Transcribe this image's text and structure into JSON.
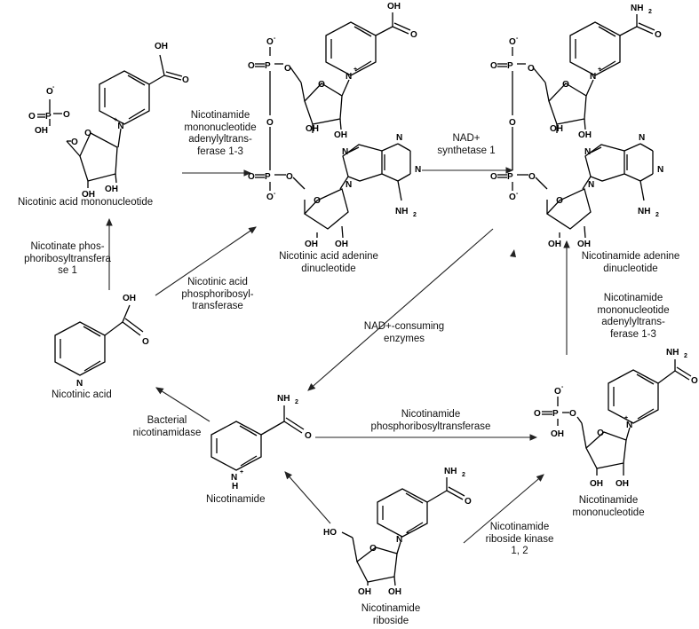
{
  "compounds": {
    "namn": "Nicotinic acid mononucleotide",
    "naad_line1": "Nicotinic acid adenine",
    "naad_line2": "dinucleotide",
    "nad_line1": "Nicotinamide adenine",
    "nad_line2": "dinucleotide",
    "na": "Nicotinic acid",
    "nam": "Nicotinamide",
    "nmn_line1": "Nicotinamide",
    "nmn_line2": "mononucleotide",
    "nr_line1": "Nicotinamide",
    "nr_line2": "riboside"
  },
  "enzymes": {
    "nmnat_top": [
      "Nicotinamide",
      "mononucleotide",
      "adenylyltrans-",
      "ferase 1-3"
    ],
    "nads": [
      "NAD+",
      "synthetase 1"
    ],
    "naprt": [
      "Nicotinate phos-",
      "phoribosyltransfera",
      "se 1"
    ],
    "naprt2": [
      "Nicotinic acid",
      "phosphoribosyl-",
      "transferase"
    ],
    "consuming": [
      "NAD+-consuming",
      "enzymes"
    ],
    "nmnat_right": [
      "Nicotinamide",
      "mononucleotide",
      "adenylyltrans-",
      "ferase 1-3"
    ],
    "nampt": [
      "Nicotinamide",
      "phosphoribosyltransferase"
    ],
    "pnc": [
      "Bacterial",
      "nicotinamidase"
    ],
    "nrk": [
      "Nicotinamide",
      "riboside kinase",
      "1, 2"
    ]
  },
  "atoms": {
    "oxygen": "O",
    "nitrogen": "N",
    "phosphorus": "P",
    "hydroxyl": "OH",
    "hydroxyl_left": "HO",
    "amine": "NH",
    "sub2": "2",
    "nh_ring": "H",
    "plus": "+",
    "minus": "-"
  }
}
